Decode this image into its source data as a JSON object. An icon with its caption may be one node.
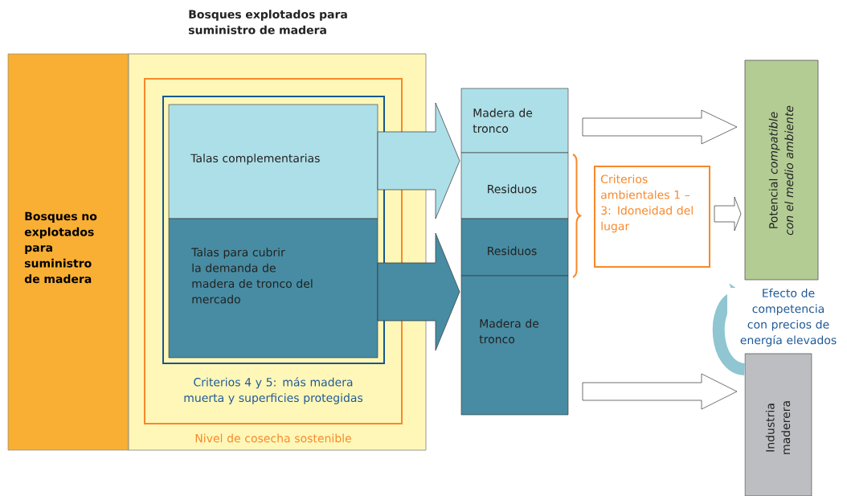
{
  "diagram": {
    "nodes": [
      {
        "text": [
          "Bosques no explotados para suministro de madera"
        ]
      },
      {
        "text": [
          "Bosques explotados para suministro de madera"
        ]
      },
      {
        "text": [
          "Nivel de cosecha sostenible"
        ],
        "in": 1
      },
      {
        "text": [
          "Criterios 4 y 5: más madera muerta y superficies protegidas"
        ],
        "in": 2
      },
      {
        "text": [
          "Talas complementarias"
        ],
        "in": 3
      },
      {
        "text": [
          "Talas para cubrir la demanda de madera de tronco del mercado"
        ],
        "in": 3
      },
      {
        "text": [
          "Madera de tronco"
        ]
      },
      {
        "text": [
          "Residuos"
        ]
      },
      {
        "text": [
          "Residuos"
        ]
      },
      {
        "text": [
          "Madera de tronco"
        ]
      },
      {
        "text": [
          "Criterios ambientales 1 – 3: Idoneidad del lugar"
        ]
      },
      {
        "text": [
          "Potencial *compatible con el medio ambiente*"
        ]
      },
      {
        "text": [
          "Industria maderera"
        ]
      }
    ],
    "edges": [
      {
        "from": 4,
        "to": 6,
        "arrow": "to"
      },
      {
        "from": 4,
        "to": 7,
        "arrow": "to"
      },
      {
        "from": 5,
        "to": 8,
        "arrow": "to"
      },
      {
        "from": 5,
        "to": 9,
        "arrow": "to"
      },
      {
        "from": 6,
        "to": 11,
        "arrow": "to"
      },
      {
        "from": 10,
        "to": 11,
        "arrow": "to"
      },
      {
        "from": 9,
        "to": 12,
        "arrow": "to"
      },
      {
        "from": 12,
        "to": 11,
        "arrow": "to",
        "label": "Efecto de competencia con precios de energía elevados"
      }
    ]
  }
}
